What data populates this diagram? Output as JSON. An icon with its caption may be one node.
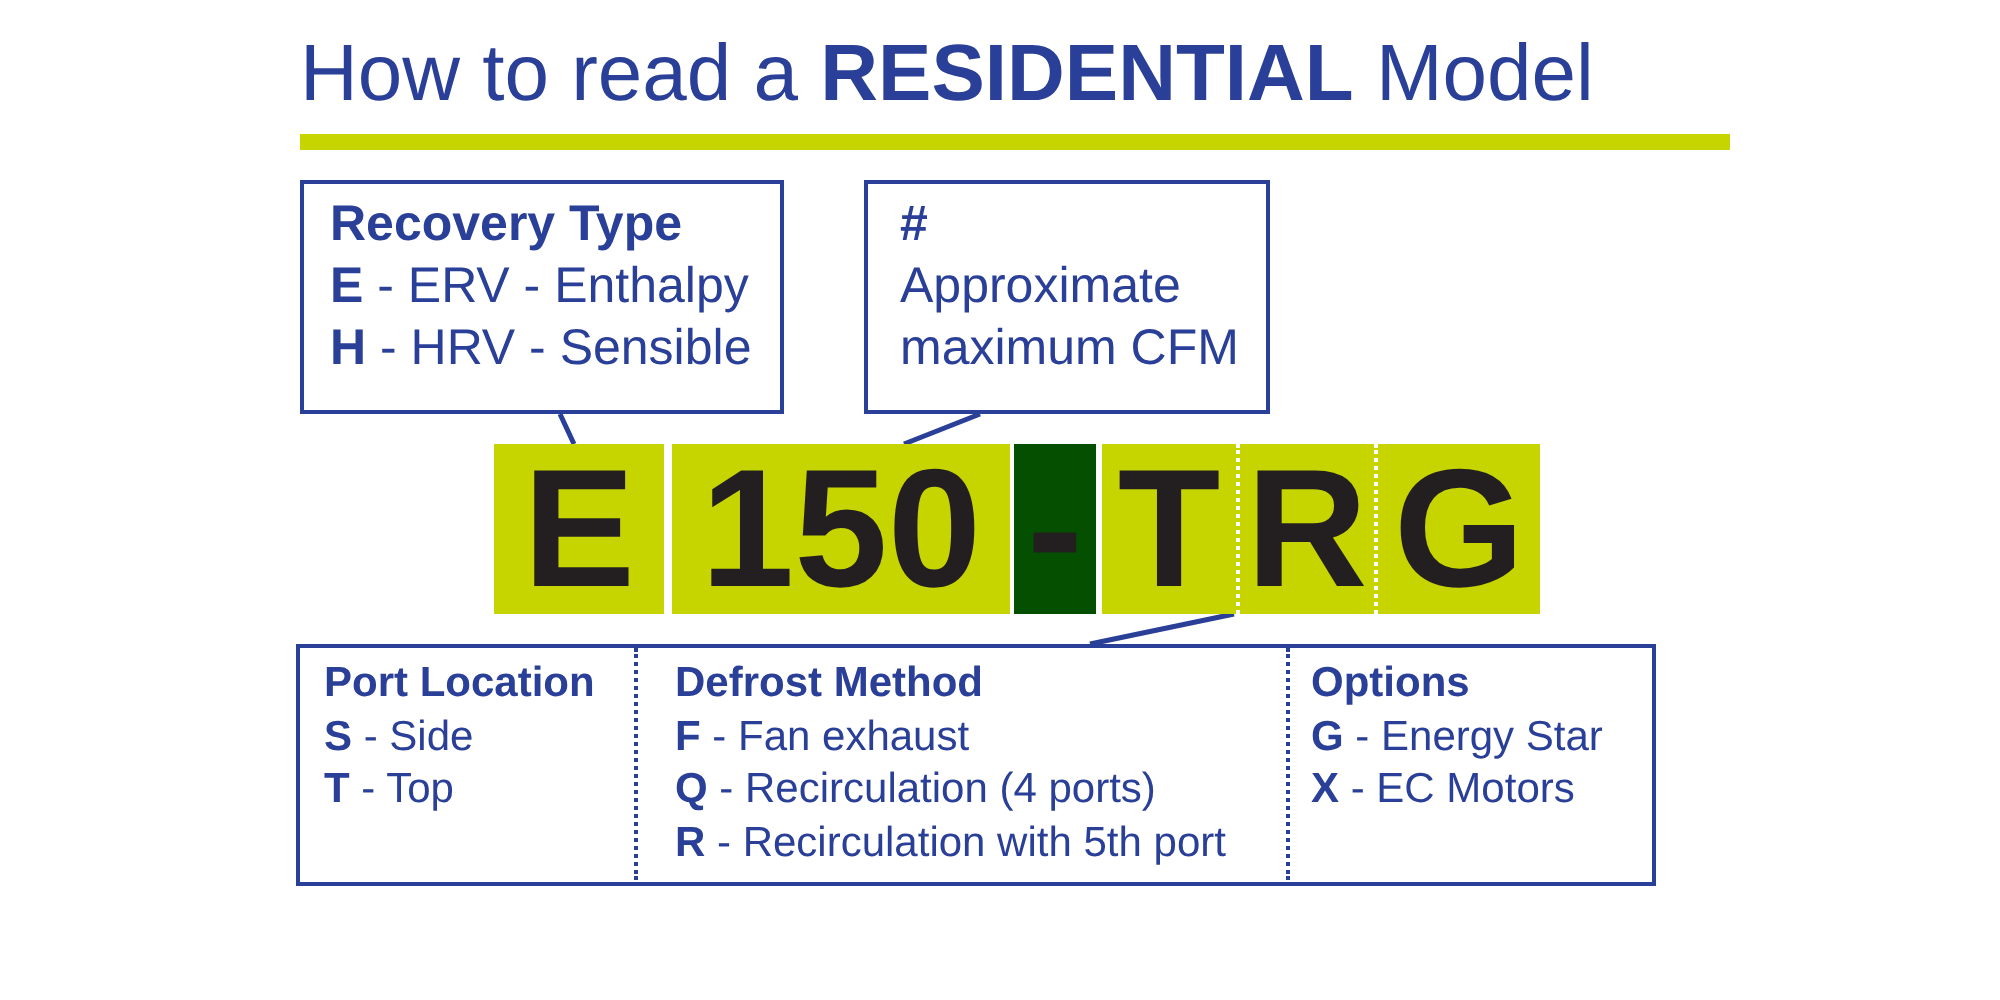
{
  "diagram": {
    "title": "How to read a **RESIDENTIAL** Model",
    "nodes": [
      {
        "text": [
          "Recovery Type",
          "**E** - ERV - Enthalpy",
          "**H** - HRV - Sensible"
        ]
      },
      {
        "text": [
          "#",
          "Approximate maximum CFM"
        ]
      },
      {
        "text": [
          "E"
        ]
      },
      {
        "text": [
          "150"
        ]
      },
      {
        "text": [
          "-"
        ]
      },
      {
        "text": [],
        "shape": "bar"
      },
      {
        "text": [
          "T"
        ],
        "in": 5
      },
      {
        "text": [
          "R"
        ],
        "in": 5
      },
      {
        "text": [
          "G"
        ],
        "in": 5
      },
      {
        "text": [],
        "shape": "box"
      },
      {
        "text": [
          "Port Location",
          "**S** - Side",
          "**T** - Top"
        ],
        "in": 9
      },
      {
        "text": [
          "Defrost Method",
          "**F** - Fan exhaust",
          "**Q** - Recirculation (4 ports)",
          "**R** - Recirculation with 5th port"
        ],
        "in": 9
      },
      {
        "text": [
          "Options",
          "**G** - Energy Star",
          "**X** - EC Motors"
        ],
        "in": 9
      }
    ],
    "edges": [
      {
        "from": 0,
        "to": 2,
        "arrow": "none"
      },
      {
        "from": 1,
        "to": 3,
        "arrow": "none"
      },
      {
        "from": 9,
        "to": 5,
        "arrow": "none"
      }
    ]
  }
}
